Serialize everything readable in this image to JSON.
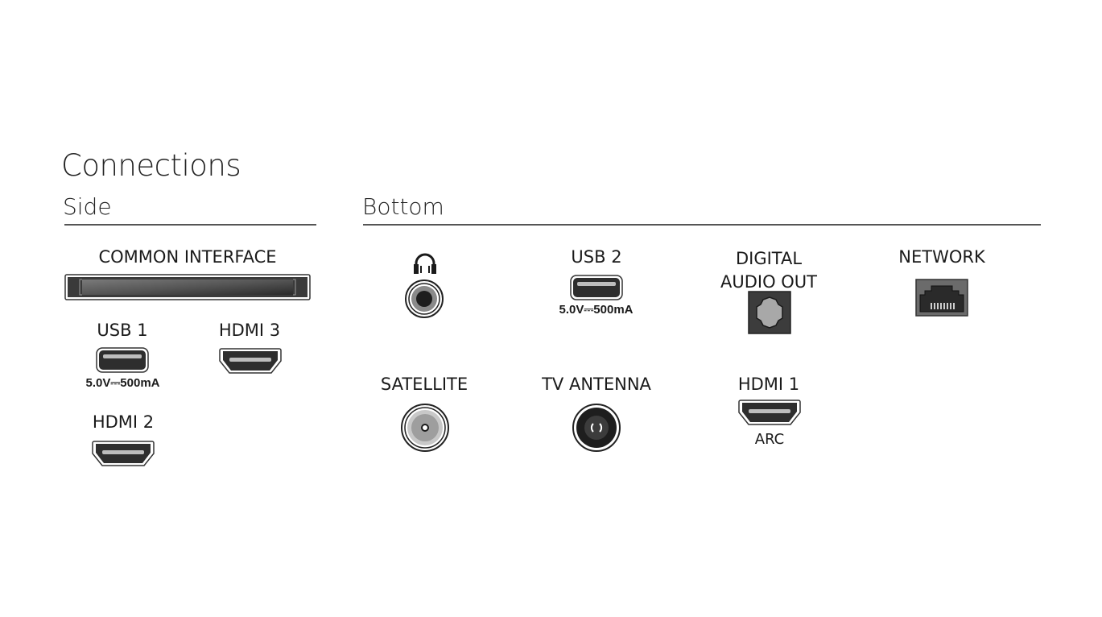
{
  "title": "Connections",
  "sections": {
    "side": {
      "heading": "Side",
      "ports": {
        "common_interface": {
          "label": "COMMON INTERFACE",
          "icon": "ci-slot-icon"
        },
        "usb1": {
          "label": "USB 1",
          "spec": "5.0V⎓500mA",
          "icon": "usb-port-icon"
        },
        "hdmi3": {
          "label": "HDMI 3",
          "icon": "hdmi-port-icon"
        },
        "hdmi2": {
          "label": "HDMI 2",
          "icon": "hdmi-port-icon"
        }
      }
    },
    "bottom": {
      "heading": "Bottom",
      "ports": {
        "headphone": {
          "label": "",
          "icon": "headphone-jack-icon"
        },
        "usb2": {
          "label": "USB 2",
          "spec": "5.0V⎓500mA",
          "icon": "usb-port-icon"
        },
        "digital_audio_out": {
          "label_line1": "DIGITAL",
          "label_line2": "AUDIO OUT",
          "icon": "optical-port-icon"
        },
        "network": {
          "label": "NETWORK",
          "icon": "ethernet-port-icon"
        },
        "satellite": {
          "label": "SATELLITE",
          "icon": "satellite-connector-icon"
        },
        "tv_antenna": {
          "label": "TV ANTENNA",
          "icon": "antenna-connector-icon"
        },
        "hdmi1": {
          "label": "HDMI 1",
          "sublabel": "ARC",
          "icon": "hdmi-port-icon"
        }
      }
    }
  },
  "colors": {
    "text": "#1a1a1a",
    "rule": "#555555",
    "port_dark": "#2b2b2b",
    "port_mid": "#6b6b6b",
    "port_light": "#a8a8a8"
  }
}
